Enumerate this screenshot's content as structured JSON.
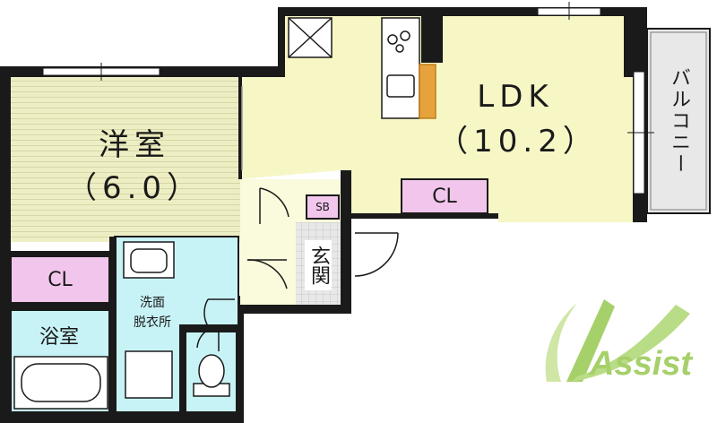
{
  "rooms": {
    "yoshitsu": {
      "name": "洋室",
      "size": "（6.0）"
    },
    "ldk": {
      "name": "LDK",
      "size": "（10.2）"
    },
    "balcony": "バルコニー",
    "cl_western": "CL",
    "cl_ldk": "CL",
    "sb": "SB",
    "genkan": "玄関",
    "senmen": "洗面\n脱衣所",
    "senmen_line1": "洗面",
    "senmen_line2": "脱衣所",
    "bath": "浴室"
  },
  "logo": {
    "text": "Assist"
  },
  "colors": {
    "ldk_floor": "#f7f7c6",
    "western_floor": "#eeeec4",
    "entry_floor": "#fafadc",
    "closet": "#f2c6ec",
    "wet_area": "#c8f3f6",
    "wall": "#1a1a1a",
    "logo_green": "#a6d06a"
  }
}
